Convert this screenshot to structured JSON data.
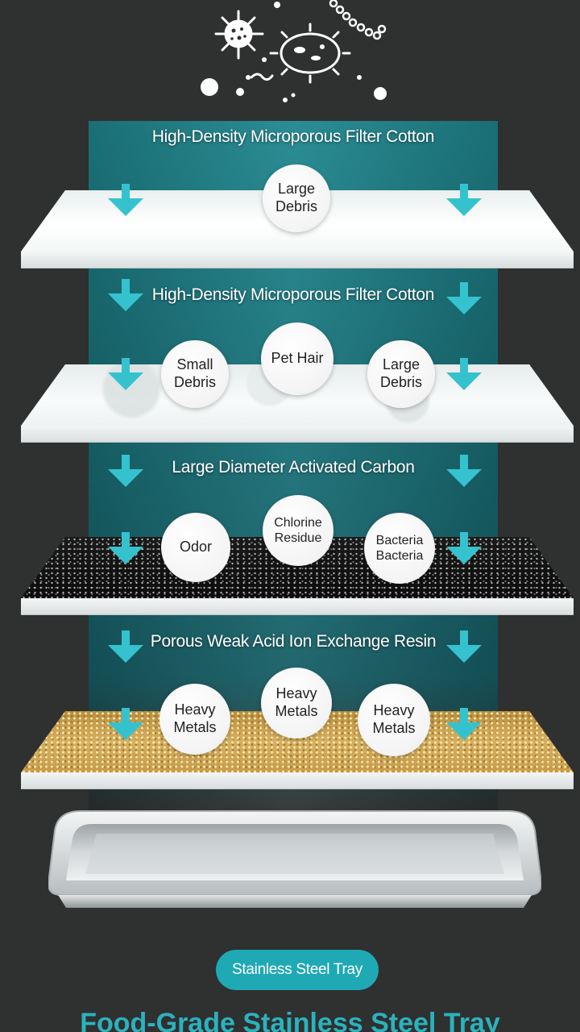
{
  "layers": [
    {
      "label": "High-Density Microporous Filter Cotton",
      "particles": [
        "Large\nDebris"
      ]
    },
    {
      "label": "High-Density Microporous Filter Cotton",
      "particles": [
        "Small\nDebris",
        "Pet Hair",
        "Large\nDebris"
      ]
    },
    {
      "label": "Large Diameter Activated Carbon",
      "particles": [
        "Odor",
        "Chlorine\nResidue",
        "Bacteria\nBacteria"
      ]
    },
    {
      "label": "Porous Weak Acid Ion Exchange Resin",
      "particles": [
        "Heavy\nMetals",
        "Heavy\nMetals",
        "Heavy\nMetals"
      ]
    }
  ],
  "tray_badge": "Stainless Steel Tray",
  "bottom_title": "Food-Grade Stainless Steel Tray",
  "colors": {
    "background": "#2f3030",
    "column": "#1f8c94",
    "arrow": "#35c2cf",
    "badge": "#1fa9b4",
    "title": "#2bb2bd"
  },
  "icons": [
    "virus-icon",
    "bacteria-icon",
    "chain-bacteria-icon",
    "particle-dots-icon",
    "down-arrow-icon"
  ]
}
